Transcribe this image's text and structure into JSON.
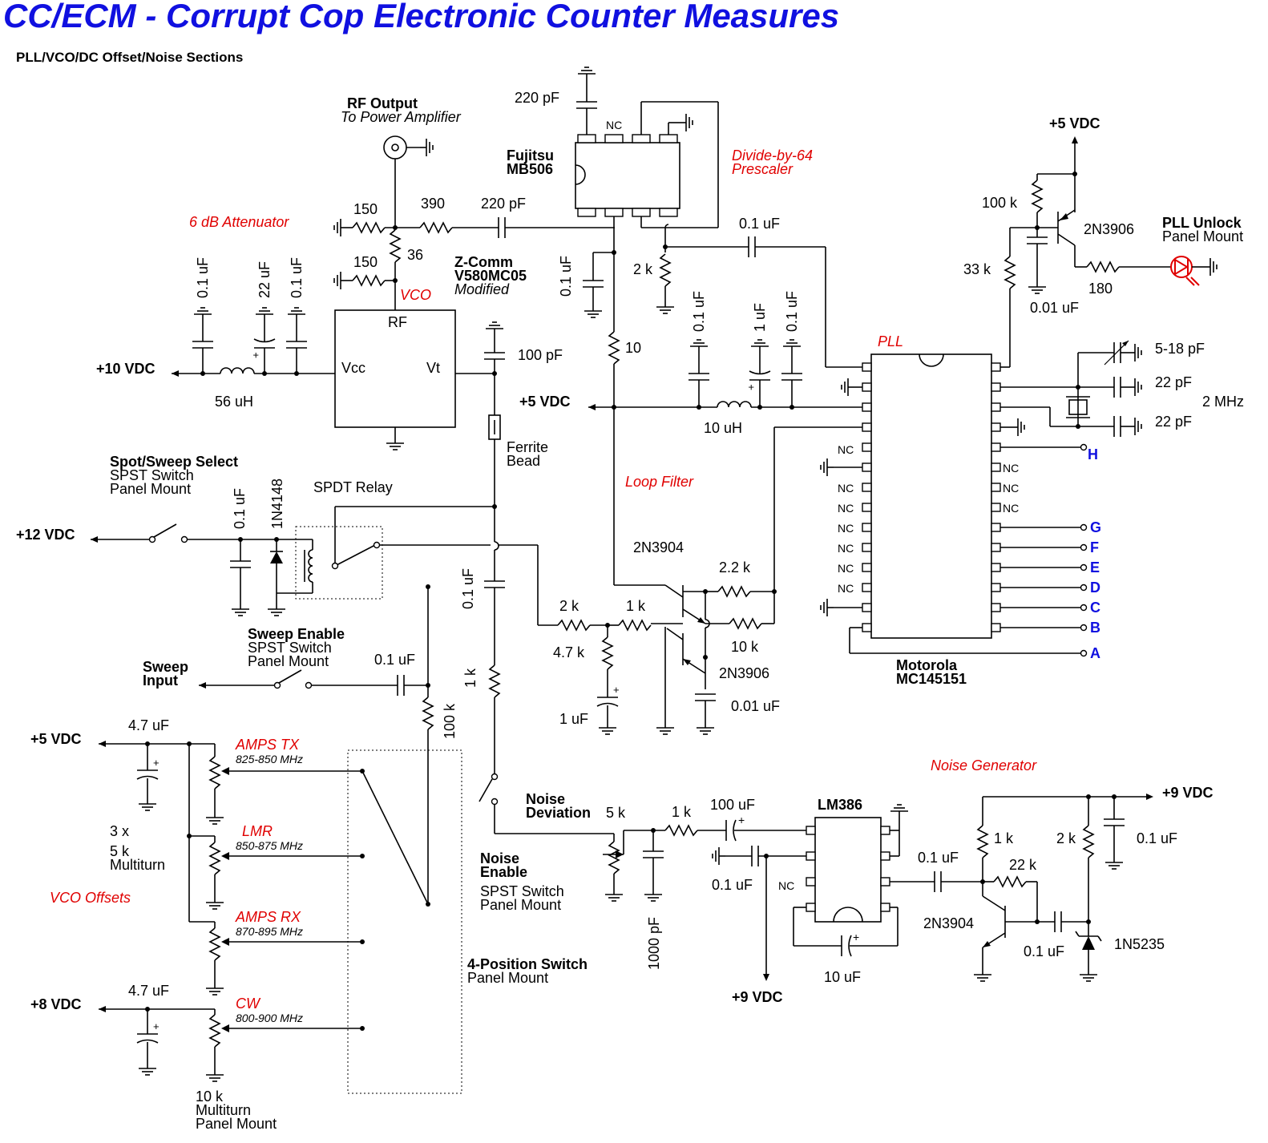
{
  "title": "CC/ECM - Corrupt Cop Electronic Counter Measures",
  "subtitle": "PLL/VCO/DC Offset/Noise Sections",
  "rf_output": {
    "title": "RF Output",
    "sub": "To Power Amplifier"
  },
  "attenuator": {
    "label": "6 dB Attenuator",
    "r1": "150",
    "r2": "150",
    "r3": "36",
    "r4": "390",
    "cap": "220 pF"
  },
  "vco": {
    "label": "VCO",
    "rf": "RF",
    "vcc": "Vcc",
    "vt": "Vt",
    "part1": "Z-Comm",
    "part2": "V580MC05",
    "part3": "Modified"
  },
  "prescaler": {
    "maker": "Fujitsu",
    "part": "MB506",
    "label1": "Divide-by-64",
    "label2": "Prescaler",
    "cap_top": "220 pF",
    "nc": "NC",
    "cap_out": "0.1 uF",
    "r_out": "2 k",
    "cap_dec": "0.1 uF"
  },
  "supply_10v": {
    "label": "+10 VDC",
    "c1": "0.1 uF",
    "c2": "22 uF",
    "c3": "0.1 uF",
    "inductor": "56 uH"
  },
  "tune": {
    "cap": "100 pF",
    "ferrite1": "Ferrite",
    "ferrite2": "Bead",
    "cap2": "0.1 uF",
    "r": "1 k"
  },
  "pll": {
    "label": "PLL",
    "maker": "Motorola",
    "part": "MC145151",
    "nc": "NC",
    "r10": "10",
    "c1": "0.1 uF",
    "c2": "1 uF",
    "c3": "0.1 uF",
    "inductor": "10 uH",
    "supply": "+5 VDC"
  },
  "xtal": {
    "trim": "5-18 pF",
    "c1": "22 pF",
    "c2": "22 pF",
    "freq": "2 MHz"
  },
  "unlock": {
    "supply": "+5 VDC",
    "r1": "100 k",
    "r2": "33 k",
    "cap": "0.01 uF",
    "transistor": "2N3906",
    "r3": "180",
    "led1": "PLL Unlock",
    "led2": "Panel Mount"
  },
  "outputs": [
    "H",
    "G",
    "F",
    "E",
    "D",
    "C",
    "B",
    "A"
  ],
  "loop_filter": {
    "label": "Loop Filter",
    "q1": "2N3904",
    "q2": "2N3906",
    "r1": "2.2 k",
    "r2": "2 k",
    "r3": "1 k",
    "r4": "4.7 k",
    "r5": "10 k",
    "c1": "1 uF",
    "c2": "0.01 uF"
  },
  "spot_sweep": {
    "title": "Spot/Sweep Select",
    "l2": "SPST Switch",
    "l3": "Panel Mount",
    "supply": "+12 VDC",
    "cap": "0.1 uF",
    "diode": "1N4148",
    "relay": "SPDT Relay"
  },
  "sweep_enable": {
    "title": "Sweep Enable",
    "l2": "SPST Switch",
    "l3": "Panel Mount",
    "input1": "Sweep",
    "input2": "Input",
    "cap": "0.1 uF",
    "r": "100 k"
  },
  "offsets": {
    "label": "VCO Offsets",
    "supply5": "+5 VDC",
    "supply8": "+8 VDC",
    "cap5": "4.7 uF",
    "cap8": "4.7 uF",
    "pots1": "3 x",
    "pots2": "5 k",
    "pots3": "Multiturn",
    "pot10_1": "10 k",
    "pot10_2": "Multiturn",
    "pot10_3": "Panel Mount",
    "bands": [
      {
        "name": "AMPS TX",
        "range": "825-850 MHz"
      },
      {
        "name": "LMR",
        "range": "850-875 MHz"
      },
      {
        "name": "AMPS RX",
        "range": "870-895 MHz"
      },
      {
        "name": "CW",
        "range": "800-900 MHz"
      }
    ],
    "switch1": "4-Position Switch",
    "switch2": "Panel Mount"
  },
  "noise": {
    "label": "Noise Generator",
    "dev1": "Noise",
    "dev2": "Deviation",
    "pot": "5 k",
    "en1": "Noise",
    "en2": "Enable",
    "sw1": "SPST Switch",
    "sw2": "Panel Mount",
    "r1": "1 k",
    "c1": "100 uF",
    "c2": "0.1 uF",
    "c3": "1000 pF",
    "amp": "LM386",
    "nc": "NC",
    "c4": "10 uF",
    "supply_out": "+9 VDC",
    "c5": "0.1 uF",
    "q": "2N3904",
    "r2": "1 k",
    "r3": "22 k",
    "r4": "2 k",
    "c6": "0.1 uF",
    "c7": "0.1 uF",
    "zener": "1N5235",
    "supply": "+9 VDC"
  }
}
